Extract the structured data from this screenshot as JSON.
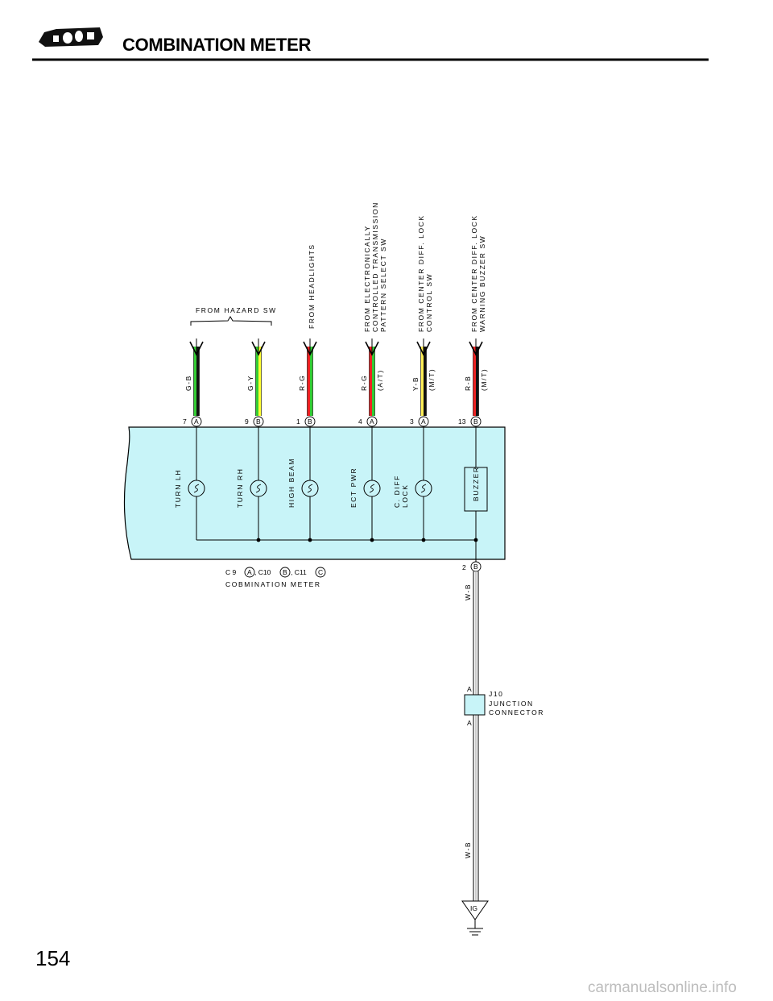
{
  "header": {
    "title": "COMBINATION METER",
    "icon": "combination-meter-icon"
  },
  "page": {
    "number": "154",
    "watermark": "carmanualsonline.info"
  },
  "sources": {
    "hazard": "FROM HAZARD SW",
    "headlights": "FROM HEADLIGHTS",
    "ect": [
      "FROM ELECTRONICALLY",
      "CONTROLLED TRANSMISSION",
      "PATTERN SELECT SW"
    ],
    "diff_lock_sw": [
      "FROM CENTER DIFF.  LOCK",
      "CONTROL SW"
    ],
    "diff_buzzer_sw": [
      "FROM CENTER DIFF.  LOCK",
      "WARNING BUZZER SW"
    ]
  },
  "wires": [
    {
      "color_code": "G-B",
      "variant": "",
      "pin": "7",
      "connector": "A",
      "component": "TURN LH",
      "kind": "lamp",
      "colors": [
        "#33cc33",
        "#111111"
      ]
    },
    {
      "color_code": "G-Y",
      "variant": "",
      "pin": "9",
      "connector": "B",
      "component": "TURN RH",
      "kind": "lamp",
      "colors": [
        "#33cc33",
        "#ffff33"
      ]
    },
    {
      "color_code": "R-G",
      "variant": "",
      "pin": "1",
      "connector": "B",
      "component": "HIGH BEAM",
      "kind": "lamp",
      "colors": [
        "#ee2222",
        "#33cc33"
      ]
    },
    {
      "color_code": "R-G",
      "variant": "(A/T)",
      "pin": "4",
      "connector": "A",
      "component": "ECT PWR",
      "kind": "lamp",
      "colors": [
        "#ee2222",
        "#33cc33"
      ]
    },
    {
      "color_code": "Y-B",
      "variant": "(M/T)",
      "pin": "3",
      "connector": "A",
      "component": "C. DIFF\nLOCK",
      "kind": "lamp",
      "colors": [
        "#ffee55",
        "#111111"
      ]
    },
    {
      "color_code": "R-B",
      "variant": "(M/T)",
      "pin": "13",
      "connector": "B",
      "component": "BUZZER",
      "kind": "buzzer",
      "colors": [
        "#ee2222",
        "#111111"
      ]
    }
  ],
  "meter": {
    "connectors_prefix": "C 9",
    "connectors_sep1": ", C10",
    "connectors_sep2": ", C11",
    "connector_a": "A",
    "connector_b": "B",
    "connector_c": "C",
    "name": "COBMINATION METER",
    "fill_color": "#c8f4f8",
    "output_pin": "2",
    "output_connector": "B"
  },
  "ground_wire": {
    "color_code": "W-B"
  },
  "junction": {
    "id": "J10",
    "name": "JUNCTION",
    "type": "CONNECTOR",
    "terminal_top": "A",
    "terminal_bottom": "A"
  },
  "ground": {
    "label": "IG"
  }
}
